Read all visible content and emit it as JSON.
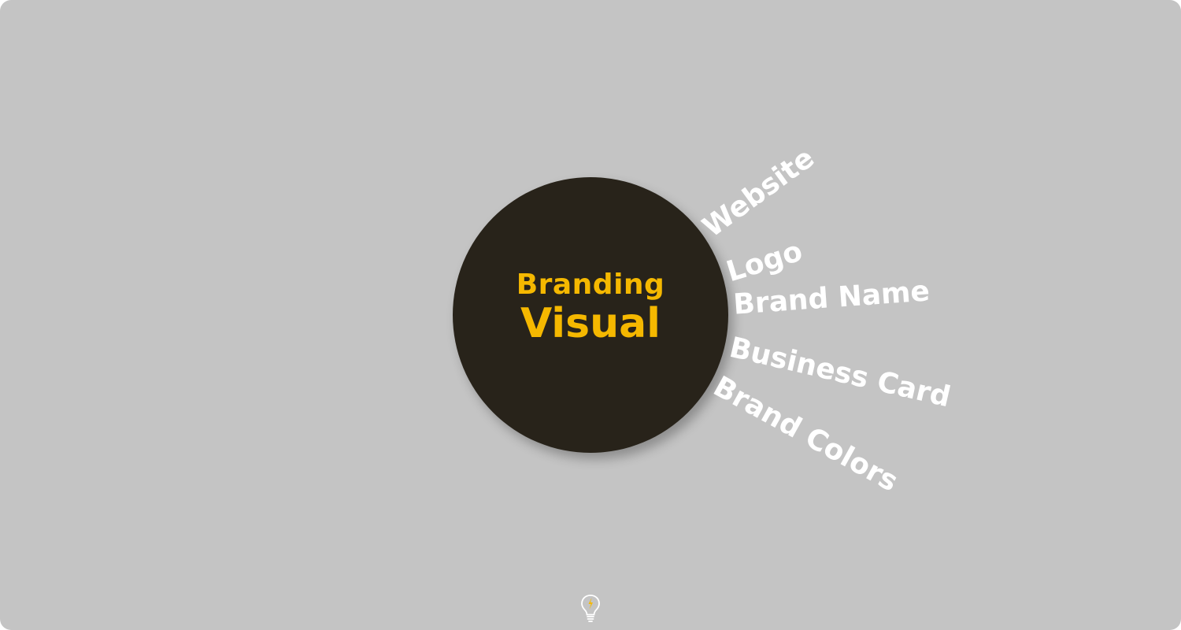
{
  "hub": {
    "line1": "Branding",
    "line2": "Visual"
  },
  "spokes": [
    {
      "label": "Website"
    },
    {
      "label": "Logo"
    },
    {
      "label": "Brand Name"
    },
    {
      "label": "Business Card"
    },
    {
      "label": "Brand Colors"
    }
  ],
  "colors": {
    "background": "#c4c4c4",
    "hub": "#28231a",
    "accent": "#f5b800",
    "label": "#ffffff"
  },
  "icons": {
    "footer": "lightbulb-icon"
  }
}
